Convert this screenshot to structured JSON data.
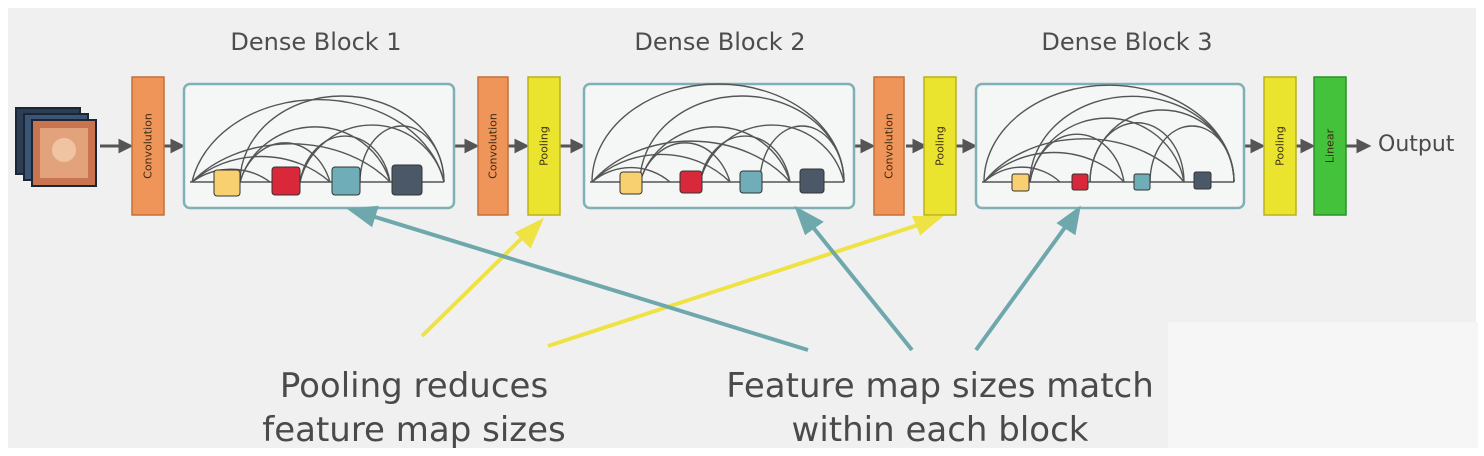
{
  "diagram": {
    "blocks": [
      {
        "title": "Dense Block 1"
      },
      {
        "title": "Dense Block 2"
      },
      {
        "title": "Dense Block 3"
      }
    ],
    "layers": {
      "convolution": "Convolution",
      "pooling": "Pooling",
      "linear": "Linear"
    },
    "output_label": "Output",
    "captions": {
      "pooling": [
        "Pooling reduces",
        "feature map sizes"
      ],
      "feature": [
        "Feature map sizes match",
        "within each block"
      ]
    },
    "colors": {
      "convolution": "#F0955A",
      "pooling": "#EBE42F",
      "linear": "#45C23C",
      "block_border": "#7FB0B5",
      "yellow_arrow": "#EFE244",
      "teal_arrow": "#6FA8AC",
      "cube_yellow": "#F8D070",
      "cube_red": "#D8283A",
      "cube_teal": "#6FAEB8",
      "cube_slate": "#4B5868"
    },
    "icons": [
      "input-image-stack-icon"
    ]
  }
}
